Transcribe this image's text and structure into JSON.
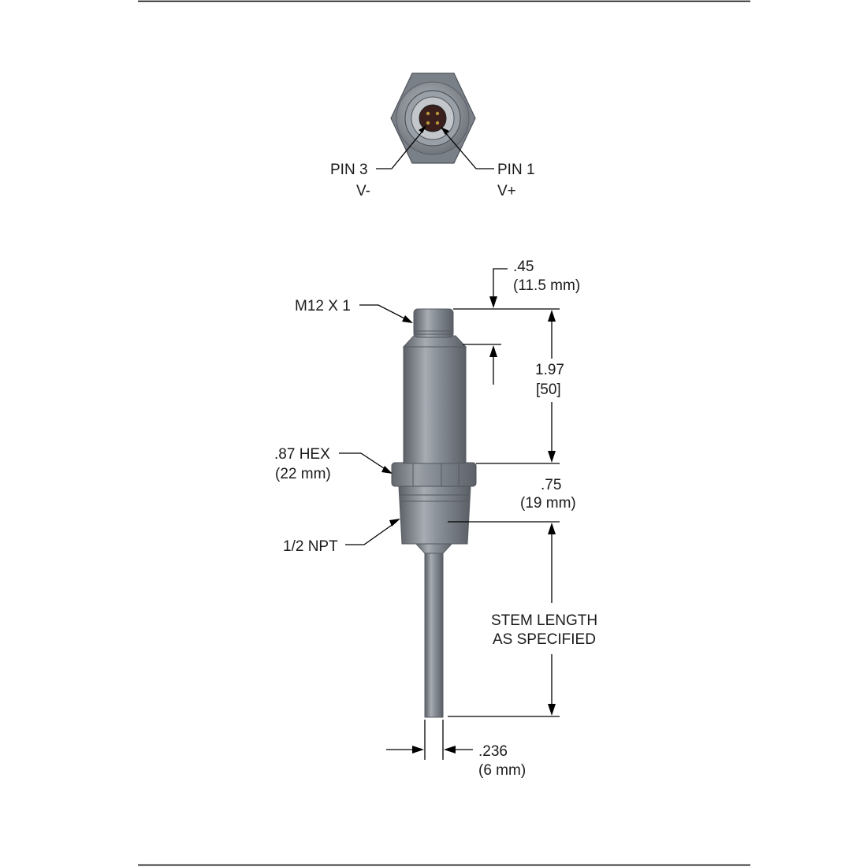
{
  "top_view": {
    "pin_left": {
      "label": "PIN 3",
      "signal": "V-"
    },
    "pin_right": {
      "label": "PIN 1",
      "signal": "V+"
    }
  },
  "side_view": {
    "thread_label": "M12 X 1",
    "connector_dim": {
      "value": ".45",
      "metric": "(11.5 mm)"
    },
    "body_dim": {
      "value": "1.97",
      "metric": "[50]"
    },
    "hex_label": {
      "value": ".87 HEX",
      "metric": "(22 mm)"
    },
    "npt_dim": {
      "value": ".75",
      "metric": "(19 mm)"
    },
    "npt_label": "1/2 NPT",
    "stem_label": {
      "line1": "STEM LENGTH",
      "line2": "AS SPECIFIED"
    },
    "stem_dim": {
      "value": ".236",
      "metric": "(6 mm)"
    }
  },
  "colors": {
    "body": "#7d838b",
    "body_light": "#a9aeb5",
    "body_dark": "#555a61",
    "pins_face": "#3a1f1c",
    "pin_gold": "#b8953a"
  }
}
